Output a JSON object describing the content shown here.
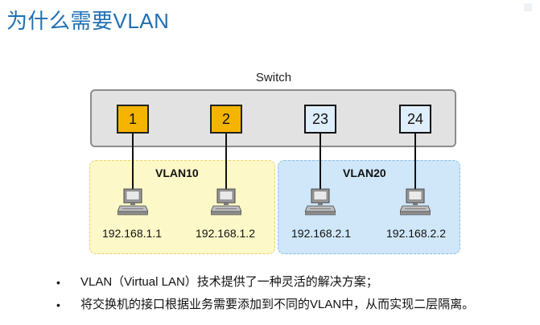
{
  "slide": {
    "title": "为什么需要VLAN"
  },
  "diagram": {
    "switch_label": "Switch",
    "ports": [
      {
        "label": "1",
        "vlan": "VLAN10"
      },
      {
        "label": "2",
        "vlan": "VLAN10"
      },
      {
        "label": "23",
        "vlan": "VLAN20"
      },
      {
        "label": "24",
        "vlan": "VLAN20"
      }
    ],
    "vlans": [
      {
        "name": "VLAN10",
        "color": "#fdf8c8",
        "port_color": "#f4b400"
      },
      {
        "name": "VLAN20",
        "color": "#cfe7f8",
        "port_color": "#deeefb"
      }
    ],
    "hosts": [
      {
        "ip": "192.168.1.1",
        "icon": "computer-icon"
      },
      {
        "ip": "192.168.1.2",
        "icon": "computer-icon"
      },
      {
        "ip": "192.168.2.1",
        "icon": "computer-icon"
      },
      {
        "ip": "192.168.2.2",
        "icon": "computer-icon"
      }
    ]
  },
  "bullets": [
    {
      "marker": "•",
      "text": "VLAN（Virtual LAN）技术提供了一种灵活的解决方案；"
    },
    {
      "marker": "•",
      "text": "将交换机的接口根据业务需要添加到不同的VLAN中，从而实现二层隔离。"
    }
  ],
  "colors": {
    "title": "#1f6fb2",
    "switch_fill": "#e2e2e2",
    "switch_border": "#8c8c8c"
  }
}
